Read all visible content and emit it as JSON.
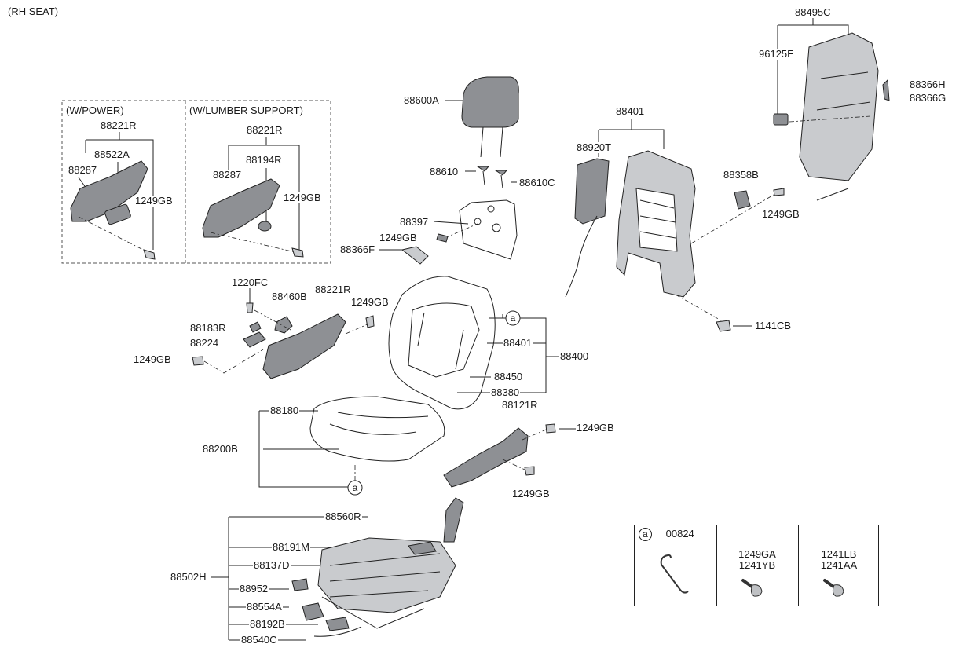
{
  "title": "(RH SEAT)",
  "variants": {
    "power": "(W/POWER)",
    "lumbar": "(W/LUMBER SUPPORT)"
  },
  "parts": {
    "p88495C": "88495C",
    "p96125E": "96125E",
    "p88366H": "88366H",
    "p88366G": "88366G",
    "p88600A": "88600A",
    "p88610": "88610",
    "p88610C": "88610C",
    "p88397": "88397",
    "p1249GB_head": "1249GB",
    "p88366F": "88366F",
    "p88401_frame": "88401",
    "p88920T": "88920T",
    "p88358B": "88358B",
    "p1249GB_right": "1249GB",
    "p1141CB": "1141CB",
    "pw_88221R": "88221R",
    "pw_88522A": "88522A",
    "pw_88287": "88287",
    "pw_1249GB": "1249GB",
    "lu_88221R": "88221R",
    "lu_88194R": "88194R",
    "lu_88287": "88287",
    "lu_1249GB": "1249GB",
    "p1220FC": "1220FC",
    "p88460B": "88460B",
    "p88221R": "88221R",
    "p1249GB_cover": "1249GB",
    "p88183R": "88183R",
    "p88224": "88224",
    "p1249GB_left": "1249GB",
    "a_back": "a",
    "p88401_back": "88401",
    "p88400": "88400",
    "p88450": "88450",
    "p88380": "88380",
    "p88121R": "88121R",
    "p1249GB_121a": "1249GB",
    "p1249GB_121b": "1249GB",
    "p88180": "88180",
    "p88200B": "88200B",
    "a_cushion": "a",
    "p88560R": "88560R",
    "p88191M": "88191M",
    "p88137D": "88137D",
    "p88502H": "88502H",
    "p88952": "88952",
    "p88554A": "88554A",
    "p88192B": "88192B",
    "p88540C": "88540C"
  },
  "legend": {
    "circle": "a",
    "code": "00824",
    "col2": [
      "1249GA",
      "1241YB"
    ],
    "col3": [
      "1241LB",
      "1241AA"
    ]
  }
}
